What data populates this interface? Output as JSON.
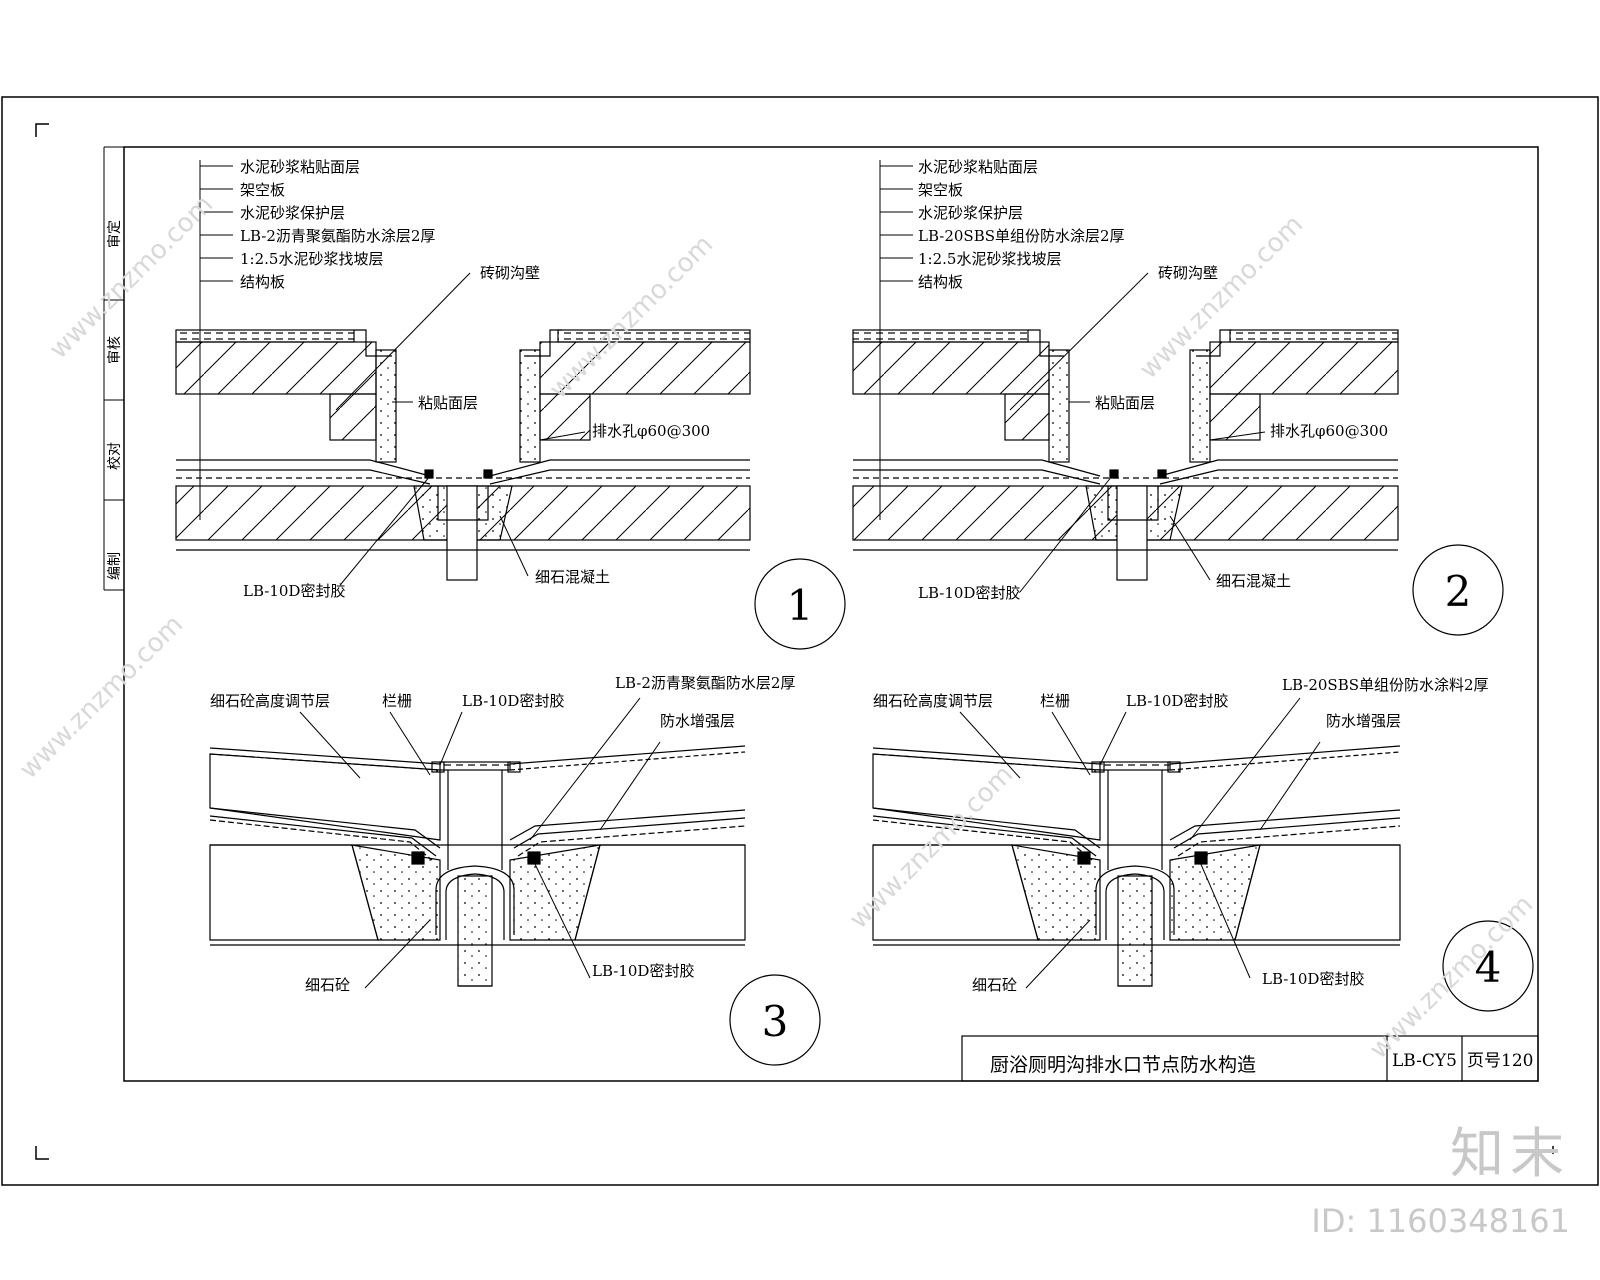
{
  "side_column": [
    "审定",
    "审核",
    "校对",
    "编制"
  ],
  "detail1": {
    "number": "1",
    "layers": [
      "水泥砂浆粘贴面层",
      "架空板",
      "水泥砂浆保护层",
      "LB-2沥青聚氨酯防水涂层2厚",
      "1:2.5水泥砂浆找坡层",
      "结构板"
    ],
    "callouts": {
      "trench_wall": "砖砌沟壁",
      "facing": "粘贴面层",
      "drain_hole": "排水孔φ60@300",
      "sealant": "LB-10D密封胶",
      "concrete": "细石混凝土"
    }
  },
  "detail2": {
    "number": "2",
    "layers": [
      "水泥砂浆粘贴面层",
      "架空板",
      "水泥砂浆保护层",
      "LB-20SBS单组份防水涂层2厚",
      "1:2.5水泥砂浆找坡层",
      "结构板"
    ],
    "callouts": {
      "trench_wall": "砖砌沟壁",
      "facing": "粘贴面层",
      "drain_hole": "排水孔φ60@300",
      "sealant": "LB-10D密封胶",
      "concrete": "细石混凝土"
    }
  },
  "detail3": {
    "number": "3",
    "labels": {
      "adjust_layer": "细石砼高度调节层",
      "grate": "栏栅",
      "sealant_top": "LB-10D密封胶",
      "membrane": "LB-2沥青聚氨酯防水层2厚",
      "reinforce": "防水增强层",
      "concrete": "细石砼",
      "sealant_bottom": "LB-10D密封胶"
    }
  },
  "detail4": {
    "number": "4",
    "labels": {
      "adjust_layer": "细石砼高度调节层",
      "grate": "栏栅",
      "sealant_top": "LB-10D密封胶",
      "membrane": "LB-20SBS单组份防水涂料2厚",
      "reinforce": "防水增强层",
      "concrete": "细石砼",
      "sealant_bottom": "LB-10D密封胶"
    }
  },
  "title_block": {
    "title": "厨浴厕明沟排水口节点防水构造",
    "code": "LB-CY5",
    "page": "页号120"
  },
  "watermark": {
    "logo": "知末",
    "id": "ID: 1160348161",
    "url": "www.znzmo.com"
  }
}
